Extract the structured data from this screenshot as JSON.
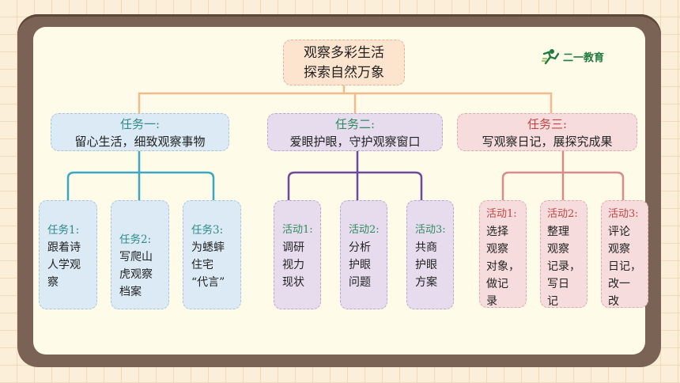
{
  "root": {
    "line1": "观察多彩生活",
    "line2": "探索自然万象"
  },
  "logo_text": "二一教育",
  "tasks": [
    {
      "title": "任务一:",
      "desc": "留心生活，细致观察事物",
      "children": [
        {
          "title": "任务1:",
          "lines": [
            "跟着诗",
            "人学观",
            "察"
          ]
        },
        {
          "title": "任务2:",
          "lines": [
            "写爬山",
            "虎观察",
            "档案"
          ]
        },
        {
          "title": "任务3:",
          "lines": [
            "为蟋蟀",
            "住宅",
            "“代言”"
          ]
        }
      ]
    },
    {
      "title": "任务二:",
      "desc": "爱眼护眼，守护观察窗口",
      "children": [
        {
          "title": "活动1:",
          "lines": [
            "调研",
            "视力",
            "现状"
          ]
        },
        {
          "title": "活动2:",
          "lines": [
            "分析",
            "护眼",
            "问题"
          ]
        },
        {
          "title": "活动3:",
          "lines": [
            "共商",
            "护眼",
            "方案"
          ]
        }
      ]
    },
    {
      "title": "任务三:",
      "desc": "写观察日记，展探究成果",
      "children": [
        {
          "title": "活动1:",
          "lines": [
            "选择",
            "观察",
            "对象，",
            "做记",
            "录"
          ]
        },
        {
          "title": "活动2:",
          "lines": [
            "整理",
            "观察",
            "记录，",
            "写日",
            "记"
          ]
        },
        {
          "title": "活动3:",
          "lines": [
            "评论",
            "观察",
            "日记，",
            "改一",
            "改"
          ]
        }
      ]
    }
  ],
  "colors": {
    "task1": "#3aa6c4",
    "task2": "#6b4a9e",
    "task3": "#d98a8a",
    "root_link": "#f2b98c"
  }
}
